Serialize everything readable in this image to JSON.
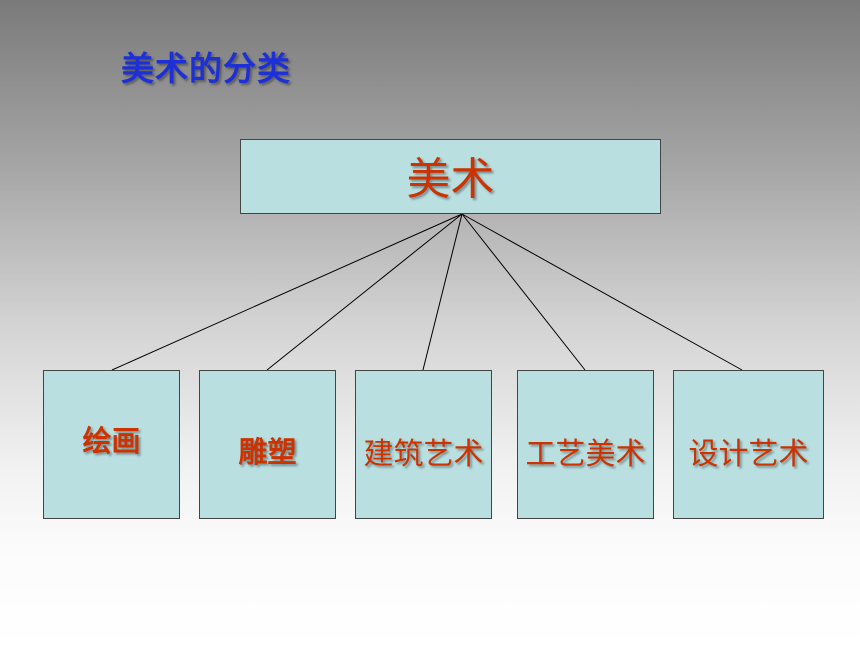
{
  "slide": {
    "title": "美术的分类"
  },
  "diagram": {
    "root": "美术",
    "children": [
      "绘画",
      "雕塑",
      "建筑艺术",
      "工艺美术",
      "设计艺术"
    ]
  },
  "colors": {
    "title_text": "#1d2fd6",
    "node_fill": "#b9dfe1",
    "node_text": "#cc3300",
    "connector": "#000000"
  }
}
